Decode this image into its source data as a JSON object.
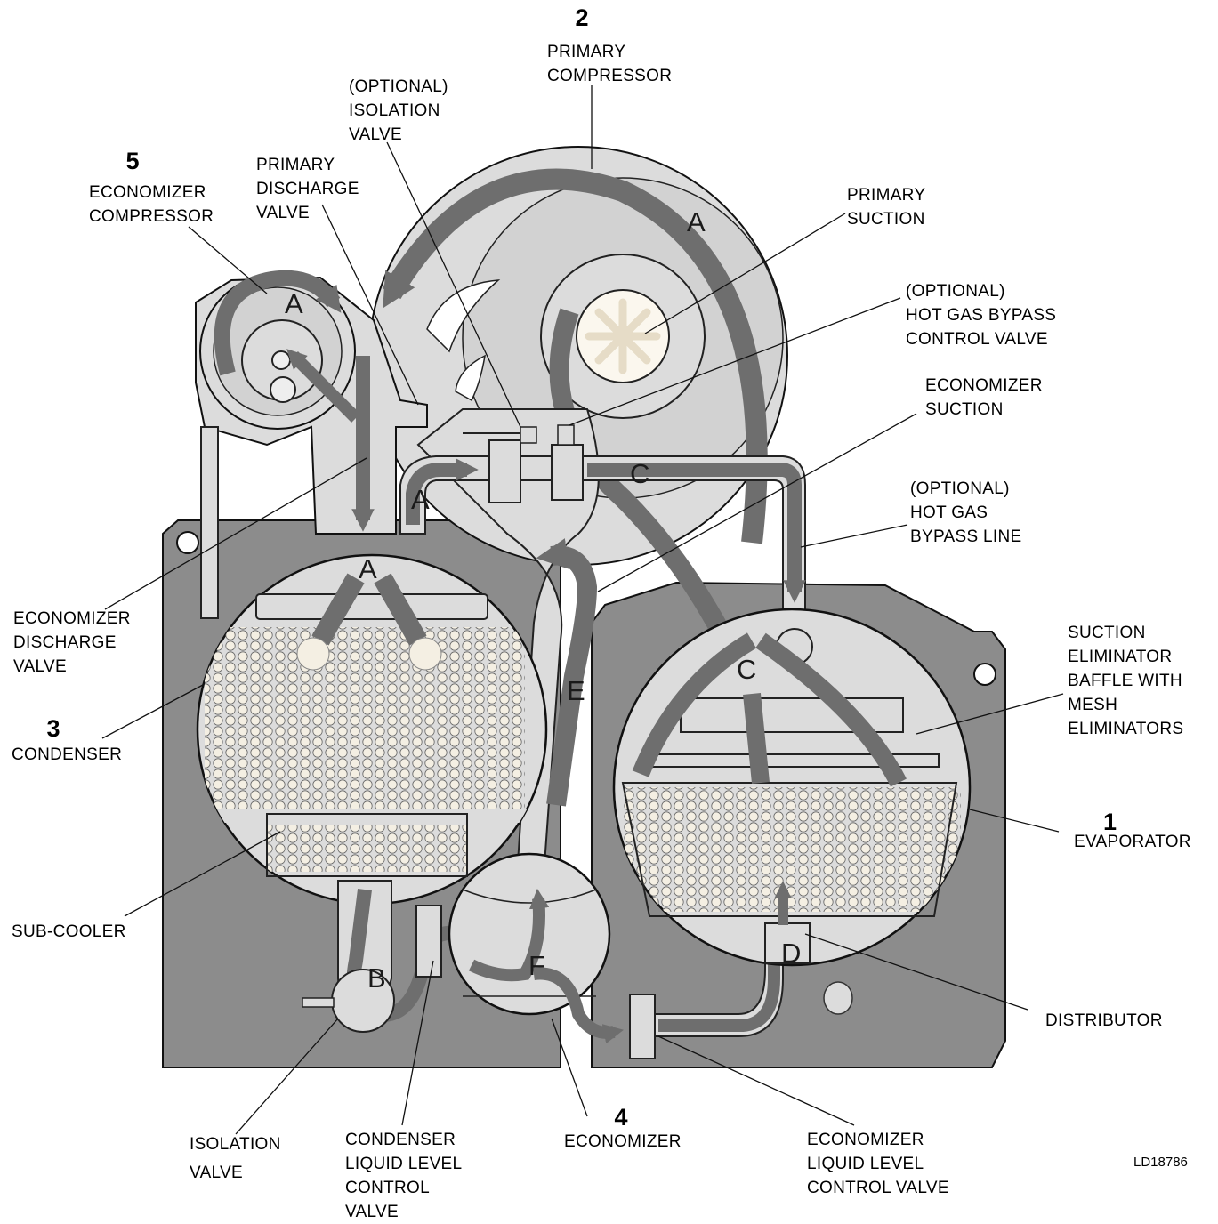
{
  "figure_code": "LD18786",
  "components": {
    "evaporator": {
      "number": "1",
      "label": [
        "EVAPORATOR"
      ]
    },
    "primary_compressor": {
      "number": "2",
      "label": [
        "PRIMARY",
        "COMPRESSOR"
      ]
    },
    "condenser": {
      "number": "3",
      "label": [
        "CONDENSER"
      ]
    },
    "economizer": {
      "number": "4",
      "label": [
        "ECONOMIZER"
      ]
    },
    "economizer_compressor": {
      "number": "5",
      "label": [
        "ECONOMIZER",
        "COMPRESSOR"
      ]
    }
  },
  "callouts": {
    "optional_isolation_valve": [
      "(OPTIONAL)",
      "ISOLATION",
      "VALVE"
    ],
    "primary_discharge_valve": [
      "PRIMARY",
      "DISCHARGE",
      "VALVE"
    ],
    "primary_suction": [
      "PRIMARY",
      "SUCTION"
    ],
    "hot_gas_bypass_control_valve": [
      "(OPTIONAL)",
      "HOT GAS BYPASS",
      "CONTROL VALVE"
    ],
    "economizer_suction": [
      "ECONOMIZER",
      "SUCTION"
    ],
    "hot_gas_bypass_line": [
      "(OPTIONAL)",
      "HOT GAS",
      "BYPASS LINE"
    ],
    "suction_eliminator": [
      "SUCTION",
      "ELIMINATOR",
      "BAFFLE WITH",
      "MESH",
      "ELIMINATORS"
    ],
    "economizer_discharge_valve": [
      "ECONOMIZER",
      "DISCHARGE",
      "VALVE"
    ],
    "sub_cooler": [
      "SUB-COOLER"
    ],
    "distributor": [
      "DISTRIBUTOR"
    ],
    "isolation_valve": [
      "ISOLATION",
      "VALVE"
    ],
    "condenser_liquid_level_control_valve": [
      "CONDENSER",
      "LIQUID LEVEL",
      "CONTROL",
      "VALVE"
    ],
    "economizer_liquid_level_control_valve": [
      "ECONOMIZER",
      "LIQUID LEVEL",
      "CONTROL VALVE"
    ]
  },
  "flow_letters": {
    "a": "A",
    "b": "B",
    "c": "C",
    "d": "D",
    "e": "E",
    "f": "F"
  },
  "colors": {
    "frame": "#8c8c8c",
    "shell": "#dcdcdc",
    "flow_arrow": "#6e6e6e",
    "tube": "#f2ecdf",
    "outline": "#1a1a1a"
  }
}
